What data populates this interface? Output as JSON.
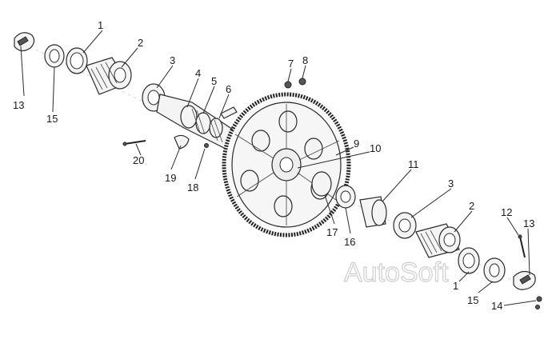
{
  "watermark": "AutoSoft",
  "callouts": [
    "1",
    "2",
    "3",
    "4",
    "5",
    "6",
    "7",
    "8",
    "9",
    "10",
    "11",
    "3",
    "2",
    "12",
    "13",
    "1",
    "15",
    "14",
    "13",
    "15",
    "20",
    "19",
    "18",
    "17",
    "16"
  ]
}
